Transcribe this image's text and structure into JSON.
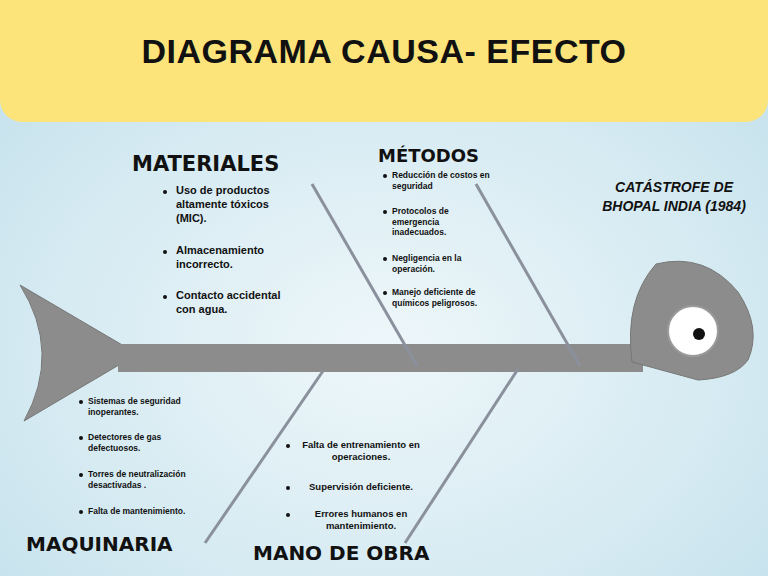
{
  "diagram": {
    "title": "DIAGRAMA CAUSA- EFECTO",
    "nodes": [
      {
        "text": [
          "CATÁSTROFE DE BHOPAL INDIA (1984)"
        ]
      }
    ],
    "labels": [
      "MATERIALES",
      "Uso de productos altamente tóxicos (MIC).",
      "Almacenamiento incorrecto.",
      "Contacto accidental con agua.",
      "MÉTODOS",
      "Reducción de costos en seguridad",
      "Protocolos de emergencia inadecuados.",
      "Negligencia en la operación.",
      "Manejo deficiente de químicos peligrosos.",
      "Sistemas de seguridad inoperantes.",
      "Detectores de gas defectuosos.",
      "Torres de neutralización desactivadas .",
      "Falta de mantenimiento.",
      "MAQUINARIA",
      "Falta de entrenamiento en operaciones.",
      "Supervisión deficiente.",
      "Errores humanos en mantenimiento.",
      "MANO DE OBRA"
    ]
  }
}
